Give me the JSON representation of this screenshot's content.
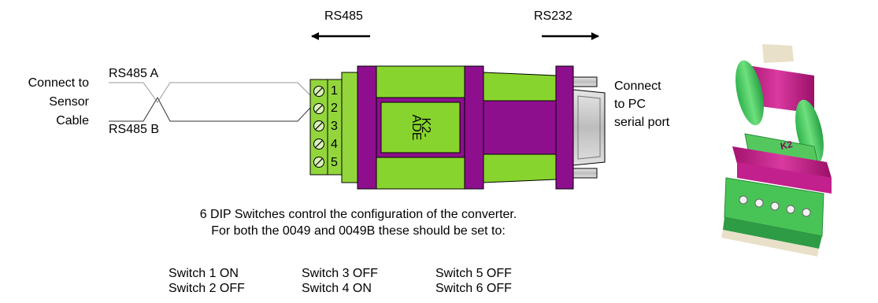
{
  "direction": {
    "left_label": "RS485",
    "right_label": "RS232"
  },
  "left_side": {
    "connect_line1": "Connect to",
    "connect_line2": "Sensor",
    "connect_line3": "Cable",
    "wire_a": "RS485 A",
    "wire_b": "RS485 B"
  },
  "terminal_numbers": [
    "1",
    "2",
    "3",
    "4",
    "5"
  ],
  "converter_label_line1": "K2-",
  "converter_label_line2": "ADE",
  "right_side": {
    "line1": "Connect",
    "line2": "to PC",
    "line3": "serial port"
  },
  "instructions": {
    "line1": "6 DIP Switches control the configuration of the converter.",
    "line2": "For both the 0049 and 0049B these should be set to:"
  },
  "switches": [
    "Switch 1 ON",
    "Switch 2 OFF",
    "Switch 3 OFF",
    "Switch 4 ON",
    "Switch 5 OFF",
    "Switch 6 OFF"
  ],
  "photo": {
    "brand_text": "K2"
  },
  "colors": {
    "green": "#88d42e",
    "purple": "#8e0f8e",
    "terminal_green": "#93d63c",
    "connector_gray": "#c8c8c8",
    "photo_magenta": "#c2208c",
    "photo_green": "#3ec85c"
  }
}
